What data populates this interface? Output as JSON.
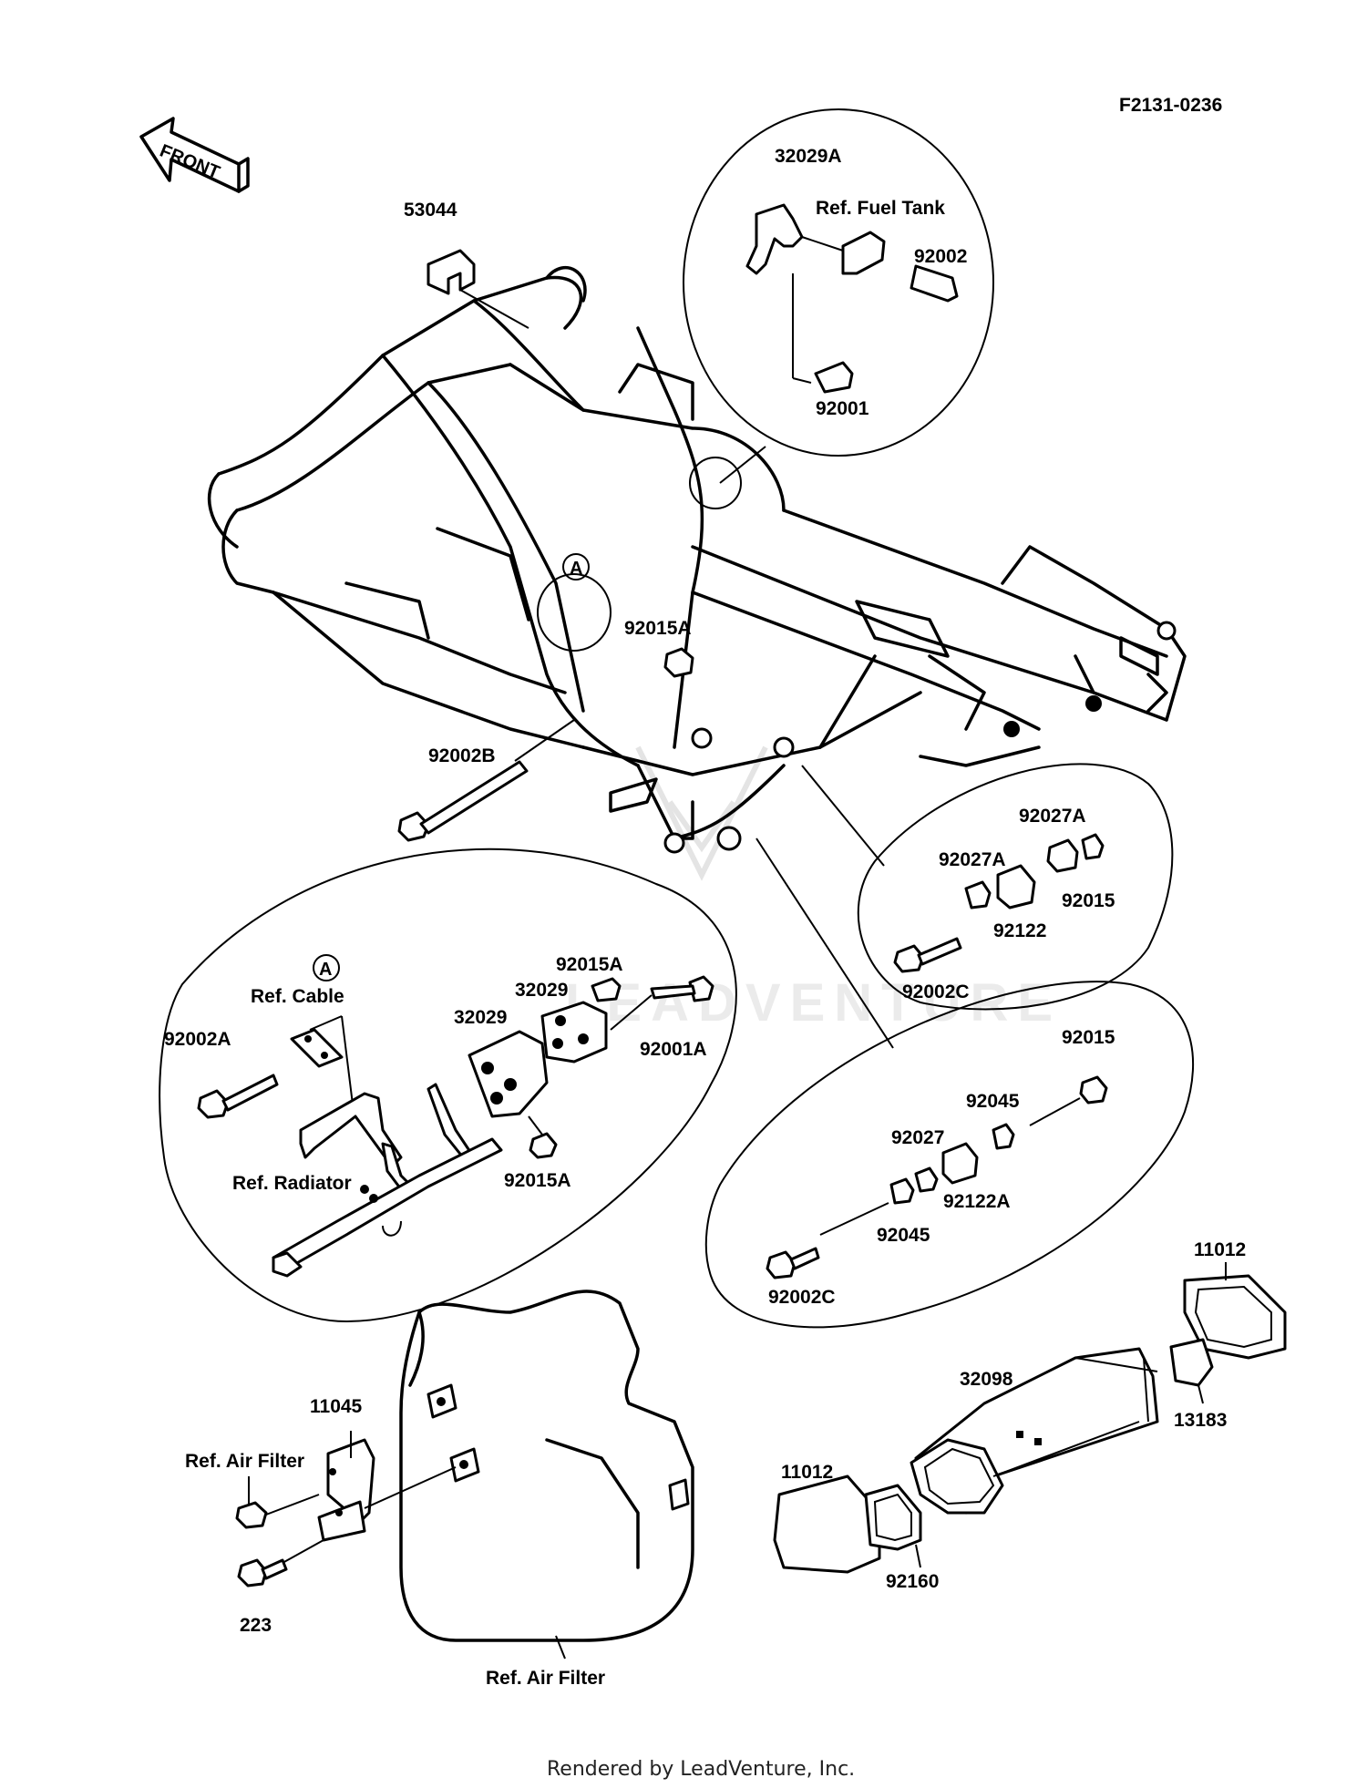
{
  "diagram": {
    "ref_code": "F2131-0236",
    "front_label": "FRONT",
    "circle_marker": "A",
    "watermark": "LEADVENTURE",
    "footer": "Rendered by LeadVenture, Inc.",
    "labels": {
      "p53044": "53044",
      "p32029A": "32029A",
      "ref_fuel_tank": "Ref. Fuel Tank",
      "p92002": "92002",
      "p92001": "92001",
      "p92015A_top": "92015A",
      "p92002B": "92002B",
      "p92027A_a": "92027A",
      "p92027A_b": "92027A",
      "p92015_a": "92015",
      "p92122": "92122",
      "p92002C_a": "92002C",
      "p92015A_b": "92015A",
      "p32029_a": "32029",
      "p32029_b": "32029",
      "ref_cable": "Ref. Cable",
      "p92002A": "92002A",
      "p92001A": "92001A",
      "p92015A_c": "92015A",
      "ref_radiator": "Ref. Radiator",
      "p92015_b": "92015",
      "p92045_a": "92045",
      "p92027": "92027",
      "p92122A": "92122A",
      "p92045_b": "92045",
      "p92002C_b": "92002C",
      "p11012_a": "11012",
      "p32098": "32098",
      "p13183": "13183",
      "p11045": "11045",
      "ref_air_filter_a": "Ref. Air Filter",
      "p11012_b": "11012",
      "p92160": "92160",
      "p223": "223",
      "ref_air_filter_b": "Ref. Air Filter"
    }
  }
}
